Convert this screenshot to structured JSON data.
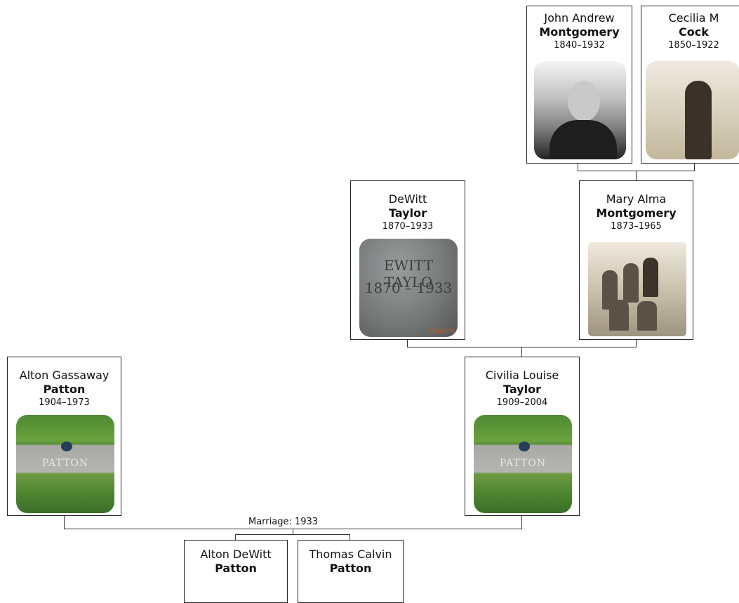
{
  "people": {
    "john": {
      "given": "John Andrew",
      "surname": "Montgomery",
      "years": "1840–1932"
    },
    "cecilia": {
      "given": "Cecilia M",
      "surname": "Cock",
      "years": "1850–1922"
    },
    "dewitt": {
      "given": "DeWitt",
      "surname": "Taylor",
      "years": "1870–1933"
    },
    "mary": {
      "given": "Mary Alma",
      "surname": "Montgomery",
      "years": "1873–1965"
    },
    "alton_g": {
      "given": "Alton Gassaway",
      "surname": "Patton",
      "years": "1904–1973"
    },
    "civilia": {
      "given": "Civilia Louise",
      "surname": "Taylor",
      "years": "1909–2004"
    },
    "alton_d": {
      "given": "Alton DeWitt",
      "surname": "Patton"
    },
    "thomas": {
      "given": "Thomas Calvin",
      "surname": "Patton"
    }
  },
  "marriage_label": "Marriage: 1933",
  "photos": {
    "grave_plate": "PATTON",
    "stone_line1": "EWITT TAYLO",
    "stone_line2": "1870 – 1933",
    "stone_mark": "Church St"
  },
  "colors": {
    "border": "#222222",
    "line": "#333333"
  }
}
